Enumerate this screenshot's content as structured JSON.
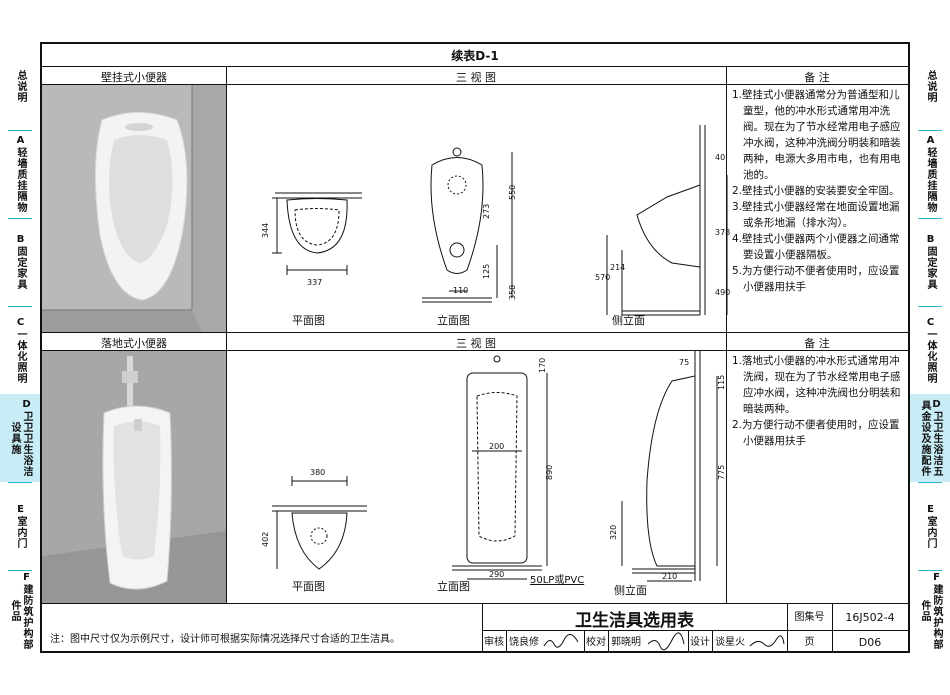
{
  "side_left": [
    {
      "label": "总说明"
    },
    {
      "label": "A轻墙质挂隔物"
    },
    {
      "label": "B固定家具"
    },
    {
      "label": "C一体化照明"
    },
    {
      "label": "D卫卫卫生浴洁设具施"
    },
    {
      "label": "E室内门"
    },
    {
      "label": "F建防筑护构部件品"
    }
  ],
  "side_right": [
    {
      "label": "总说明"
    },
    {
      "label": "A轻墙质挂隔物"
    },
    {
      "label": "B固定家具"
    },
    {
      "label": "C一体化照明"
    },
    {
      "label": "D卫卫生浴洁五具金设及施配件"
    },
    {
      "label": "E室内门"
    },
    {
      "label": "F建防筑护构部件品"
    }
  ],
  "sheet": {
    "title": "续表D-1",
    "section1": {
      "name": "壁挂式小便器",
      "views_header": "三 视 图",
      "notes_header": "备 注",
      "view_labels": [
        "平面图",
        "立面图",
        "侧立面"
      ],
      "dims": {
        "plan_width": "337",
        "plan_depth": "344",
        "front_a": "273",
        "front_b": "550",
        "front_c": "125",
        "front_d": "358",
        "front_e": "110",
        "side_a": "40",
        "side_b": "378",
        "side_c": "490",
        "side_d": "570",
        "side_e": "214"
      },
      "notes": [
        "1.壁挂式小便器通常分为普通型和儿童型，他的冲水形式通常用冲洗阀。现在为了节水经常用电子感应冲水阀，这种冲洗阀分明装和暗装两种，电源大多用市电，也有用电池的。",
        "2.壁挂式小便器的安装要安全牢固。",
        "3.壁挂式小便器经常在地面设置地漏或条形地漏（排水沟）。",
        "4.壁挂式小便器两个小便器之间通常要设置小便器隔板。",
        "5.为方便行动不便者使用时，应设置小便器用扶手"
      ]
    },
    "section2": {
      "name": "落地式小便器",
      "views_header": "三 视 图",
      "notes_header": "备 注",
      "view_labels": [
        "平面图",
        "立面图",
        "侧立面"
      ],
      "pipe_label": "50LP或PVC",
      "dims": {
        "plan_width": "380",
        "plan_depth": "402",
        "front_top": "170",
        "front_inner": "200",
        "front_h": "890",
        "front_base": "290",
        "side_a": "75",
        "side_b": "115",
        "side_c": "775",
        "side_d": "320",
        "side_e": "210"
      },
      "notes": [
        "1.落地式小便器的冲水形式通常用冲洗阀，现在为了节水经常用电子感应冲水阀，这种冲洗阀也分明装和暗装两种。",
        "2.为方便行动不便者使用时，应设置小便器用扶手"
      ]
    },
    "footer": {
      "note": "注：图中尺寸仅为示例尺寸，设计师可根据实际情况选择尺寸合适的卫生洁具。",
      "title": "卫生洁具选用表",
      "atlas_label": "图集号",
      "atlas_no": "16J502-4",
      "review_label": "审核",
      "reviewer": "饶良修",
      "check_label": "校对",
      "checker": "郭晓明",
      "design_label": "设计",
      "designer": "谈星火",
      "page_label": "页",
      "page_no": "D06"
    }
  }
}
